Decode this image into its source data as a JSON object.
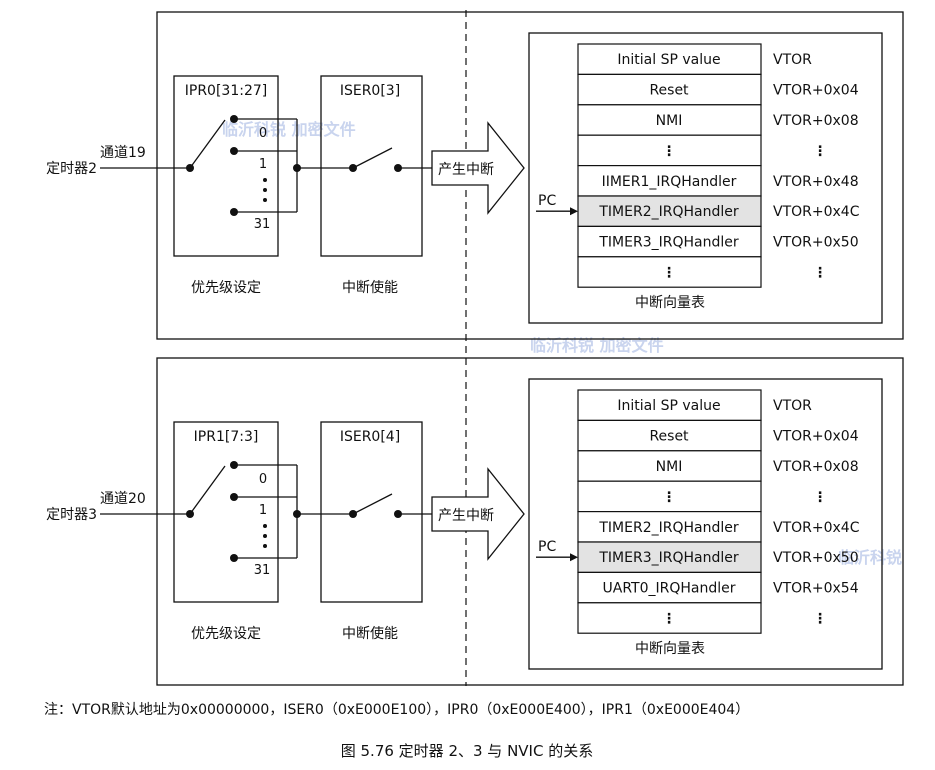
{
  "panels": [
    {
      "timer_label": "定时器2",
      "channel_label": "通道19",
      "ipr_label": "IPR0[31:27]",
      "iser_label": "ISER0[3]",
      "priority_ticks": [
        "0",
        "1",
        "31"
      ],
      "priority_caption": "优先级设定",
      "enable_caption": "中断使能",
      "arrow_label": "产生中断",
      "pc_label": "PC",
      "vector_caption": "中断向量表",
      "vector_rows": [
        {
          "entry": "Initial SP value",
          "addr": "VTOR",
          "highlight": false
        },
        {
          "entry": "Reset",
          "addr": "VTOR+0x04",
          "highlight": false
        },
        {
          "entry": "NMI",
          "addr": "VTOR+0x08",
          "highlight": false
        },
        {
          "entry": "⋮",
          "addr": "⋮",
          "highlight": false
        },
        {
          "entry": "IIMER1_IRQHandler",
          "addr": "VTOR+0x48",
          "highlight": false
        },
        {
          "entry": "TIMER2_IRQHandler",
          "addr": "VTOR+0x4C",
          "highlight": true
        },
        {
          "entry": "TIMER3_IRQHandler",
          "addr": "VTOR+0x50",
          "highlight": false
        },
        {
          "entry": "⋮",
          "addr": "⋮",
          "highlight": false
        }
      ]
    },
    {
      "timer_label": "定时器3",
      "channel_label": "通道20",
      "ipr_label": "IPR1[7:3]",
      "iser_label": "ISER0[4]",
      "priority_ticks": [
        "0",
        "1",
        "31"
      ],
      "priority_caption": "优先级设定",
      "enable_caption": "中断使能",
      "arrow_label": "产生中断",
      "pc_label": "PC",
      "vector_caption": "中断向量表",
      "vector_rows": [
        {
          "entry": "Initial SP value",
          "addr": "VTOR",
          "highlight": false
        },
        {
          "entry": "Reset",
          "addr": "VTOR+0x04",
          "highlight": false
        },
        {
          "entry": "NMI",
          "addr": "VTOR+0x08",
          "highlight": false
        },
        {
          "entry": "⋮",
          "addr": "⋮",
          "highlight": false
        },
        {
          "entry": "TIMER2_IRQHandler",
          "addr": "VTOR+0x4C",
          "highlight": false
        },
        {
          "entry": "TIMER3_IRQHandler",
          "addr": "VTOR+0x50",
          "highlight": true
        },
        {
          "entry": "UART0_IRQHandler",
          "addr": "VTOR+0x54",
          "highlight": false
        },
        {
          "entry": "⋮",
          "addr": "⋮",
          "highlight": false
        }
      ]
    }
  ],
  "watermarks": [
    "临沂科锐  加密文件",
    "临沂科锐  加密文件",
    "临沂科锐"
  ],
  "note": "注：VTOR默认地址为0x00000000，ISER0（0xE000E100），IPR0（0xE000E400），IPR1（0xE000E404）",
  "figure_caption": "图 5.76   定时器 2、3 与 NVIC 的关系",
  "colors": {
    "line": "#111111",
    "highlight_fill": "#e3e3e3",
    "watermark": "#c9d4ee"
  }
}
